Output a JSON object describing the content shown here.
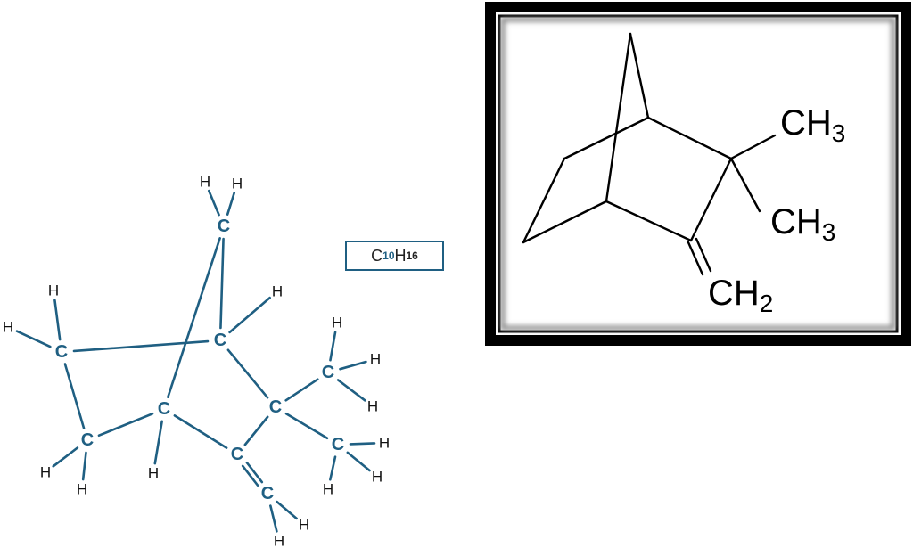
{
  "formula": {
    "c": "C",
    "c_count": "10",
    "h": "H",
    "h_count": "16"
  },
  "left_molecule": {
    "carbon_label": "C",
    "hydrogen_label": "H",
    "bond_color": "#1f5f82"
  },
  "right_molecule": {
    "methyl_1": {
      "main": "CH",
      "sub": "3"
    },
    "methyl_2": {
      "main": "CH",
      "sub": "3"
    },
    "methylene": {
      "main": "CH",
      "sub": "2"
    }
  }
}
